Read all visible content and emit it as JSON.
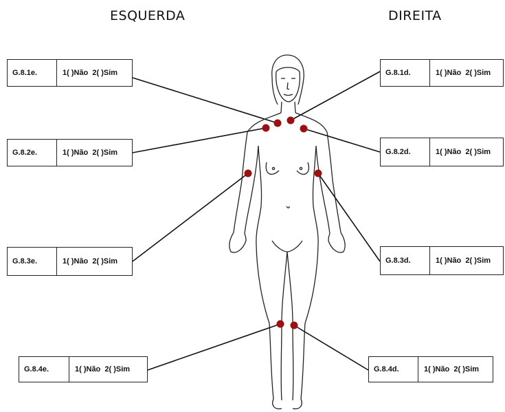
{
  "header": {
    "left_title": "ESQUERDA",
    "right_title": "DIREITA"
  },
  "questions": [
    {
      "code": "G.8.1e.",
      "options": "1( )Não  2( )Sim"
    },
    {
      "code": "G.8.2e.",
      "options": "1( )Não  2( )Sim"
    },
    {
      "code": "G.8.3e.",
      "options": "1( )Não  2( )Sim"
    },
    {
      "code": "G.8.4e.",
      "options": "1( )Não  2( )Sim"
    },
    {
      "code": "G.8.1d.",
      "options": "1( )Não  2( )Sim"
    },
    {
      "code": "G.8.2d.",
      "options": "1( )Não  2( )Sim"
    },
    {
      "code": "G.8.3d.",
      "options": "1( )Não  2( )Sim"
    },
    {
      "code": "G.8.4d.",
      "options": "1( )Não  2( )Sim"
    }
  ],
  "colors": {
    "marker": "#9b1111",
    "line": "#111111"
  }
}
